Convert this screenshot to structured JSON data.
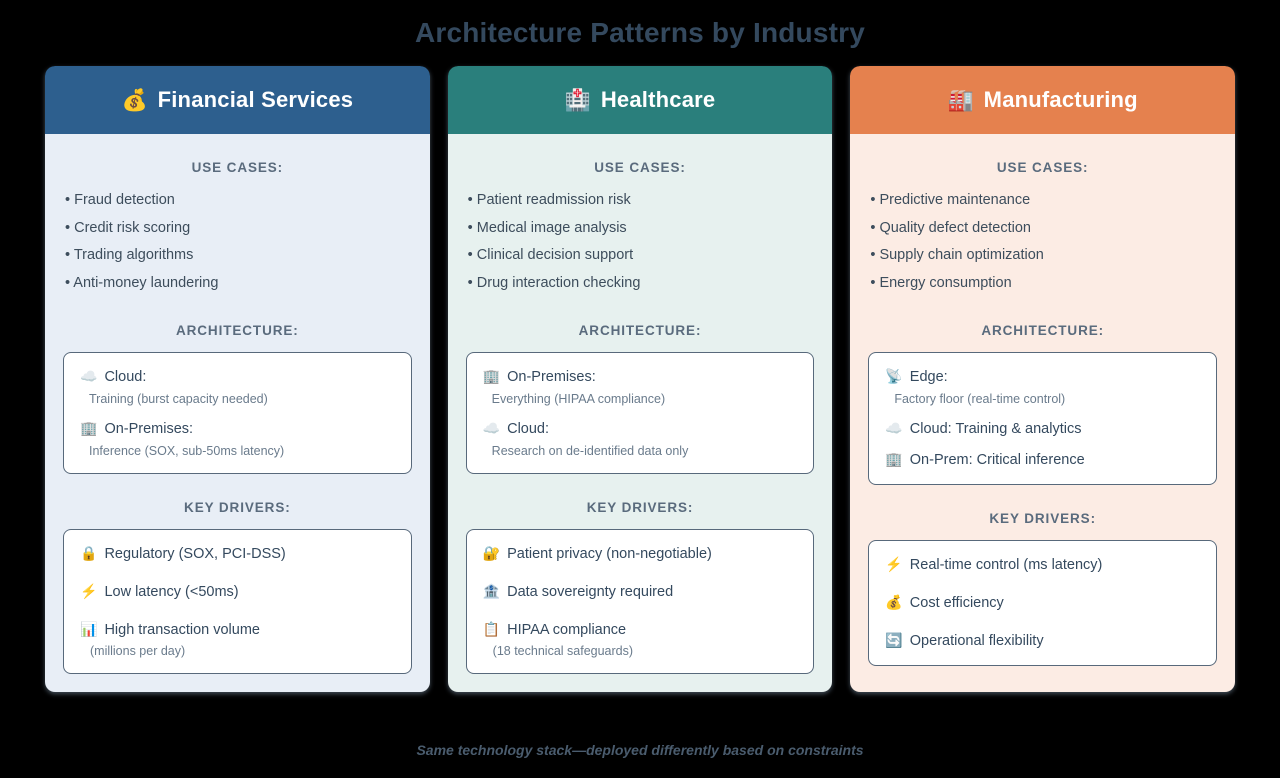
{
  "title": "Architecture Patterns by Industry",
  "footer_note": "Same technology stack—deployed differently based on constraints",
  "labels": {
    "use_cases": "USE CASES:",
    "architecture": "ARCHITECTURE:",
    "key_drivers": "KEY DRIVERS:"
  },
  "colors": {
    "background": "#000000",
    "title_text": "#34495e",
    "financial_header": "#2d5f8e",
    "financial_body": "#e8eef6",
    "healthcare_header": "#2a7f7c",
    "healthcare_body": "#e7f1ef",
    "manufacturing_header": "#e5814e",
    "manufacturing_body": "#fcece4",
    "box_border": "#58697b",
    "box_fill": "#ffffff",
    "label_text": "#5a6b7d",
    "body_text": "#3d4d5c",
    "sub_text": "#6a7b8c"
  },
  "cards": [
    {
      "id": "financial-services",
      "emoji": "💰",
      "emoji_name": "money-bag-icon",
      "title": "Financial Services",
      "header_color": "#2d5f8e",
      "body_color": "#e8eef6",
      "use_cases": [
        "• Fraud detection",
        "• Credit risk scoring",
        "• Trading algorithms",
        "• Anti-money laundering"
      ],
      "architecture": [
        {
          "emoji": "☁️",
          "emoji_name": "cloud-icon",
          "label": "Cloud:",
          "sub": "Training (burst capacity needed)"
        },
        {
          "emoji": "🏢",
          "emoji_name": "office-building-icon",
          "label": "On-Premises:",
          "sub": "Inference (SOX, sub-50ms latency)"
        }
      ],
      "key_drivers": [
        {
          "emoji": "🔒",
          "emoji_name": "lock-icon",
          "label": "Regulatory (SOX, PCI-DSS)",
          "sub": ""
        },
        {
          "emoji": "⚡",
          "emoji_name": "lightning-icon",
          "label": "Low latency (<50ms)",
          "sub": ""
        },
        {
          "emoji": "📊",
          "emoji_name": "bar-chart-icon",
          "label": "High transaction volume",
          "sub": "(millions per day)"
        }
      ]
    },
    {
      "id": "healthcare",
      "emoji": "🏥",
      "emoji_name": "hospital-icon",
      "title": "Healthcare",
      "header_color": "#2a7f7c",
      "body_color": "#e7f1ef",
      "use_cases": [
        "• Patient readmission risk",
        "• Medical image analysis",
        "• Clinical decision support",
        "• Drug interaction checking"
      ],
      "architecture": [
        {
          "emoji": "🏢",
          "emoji_name": "office-building-icon",
          "label": "On-Premises:",
          "sub": "Everything (HIPAA compliance)"
        },
        {
          "emoji": "☁️",
          "emoji_name": "cloud-icon",
          "label": "Cloud:",
          "sub": "Research on de-identified data only"
        }
      ],
      "key_drivers": [
        {
          "emoji": "🔐",
          "emoji_name": "locked-with-key-icon",
          "label": "Patient privacy (non-negotiable)",
          "sub": ""
        },
        {
          "emoji": "🏦",
          "emoji_name": "classical-building-icon",
          "label": "Data sovereignty required",
          "sub": ""
        },
        {
          "emoji": "📋",
          "emoji_name": "clipboard-icon",
          "label": "HIPAA compliance",
          "sub": "(18 technical safeguards)"
        }
      ]
    },
    {
      "id": "manufacturing",
      "emoji": "🏭",
      "emoji_name": "factory-icon",
      "title": "Manufacturing",
      "header_color": "#e5814e",
      "body_color": "#fcece4",
      "use_cases": [
        "• Predictive maintenance",
        "• Quality defect detection",
        "• Supply chain optimization",
        "• Energy consumption"
      ],
      "architecture": [
        {
          "emoji": "📡",
          "emoji_name": "satellite-antenna-icon",
          "label": "Edge:",
          "sub": "Factory floor (real-time control)"
        },
        {
          "emoji": "☁️",
          "emoji_name": "cloud-icon",
          "label": "Cloud: Training & analytics",
          "sub": ""
        },
        {
          "emoji": "🏢",
          "emoji_name": "office-building-icon",
          "label": "On-Prem: Critical inference",
          "sub": ""
        }
      ],
      "key_drivers": [
        {
          "emoji": "⚡",
          "emoji_name": "lightning-icon",
          "label": "Real-time control (ms latency)",
          "sub": ""
        },
        {
          "emoji": "💰",
          "emoji_name": "money-bag-icon",
          "label": "Cost efficiency",
          "sub": ""
        },
        {
          "emoji": "🔄",
          "emoji_name": "arrows-cycle-icon",
          "label": "Operational flexibility",
          "sub": ""
        }
      ]
    }
  ]
}
